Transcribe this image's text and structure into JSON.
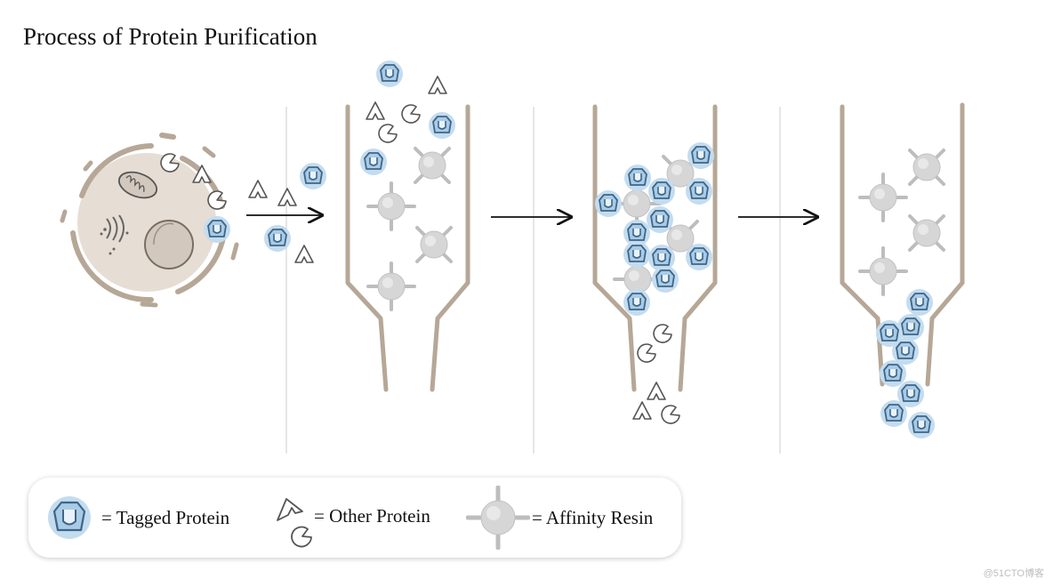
{
  "title": "Process of Protein Purification",
  "legend": {
    "tagged": "= Tagged Protein",
    "other": "= Other Protein",
    "resin": "= Affinity Resin"
  },
  "watermark": "@51CTO博客",
  "colors": {
    "column": "#b6a797",
    "cell": "#e6ddd4",
    "cell_outline": "#b6a797",
    "tagged_fill": "#c4dcef",
    "tagged_stroke": "#4a6f91",
    "resin_fill": "#d5d5d5",
    "resin_spike": "#bdbdbd"
  },
  "icons": [
    "tagged-protein-icon",
    "other-protein-icon",
    "affinity-resin-icon",
    "cell-icon",
    "arrow-right-icon",
    "column-icon"
  ]
}
